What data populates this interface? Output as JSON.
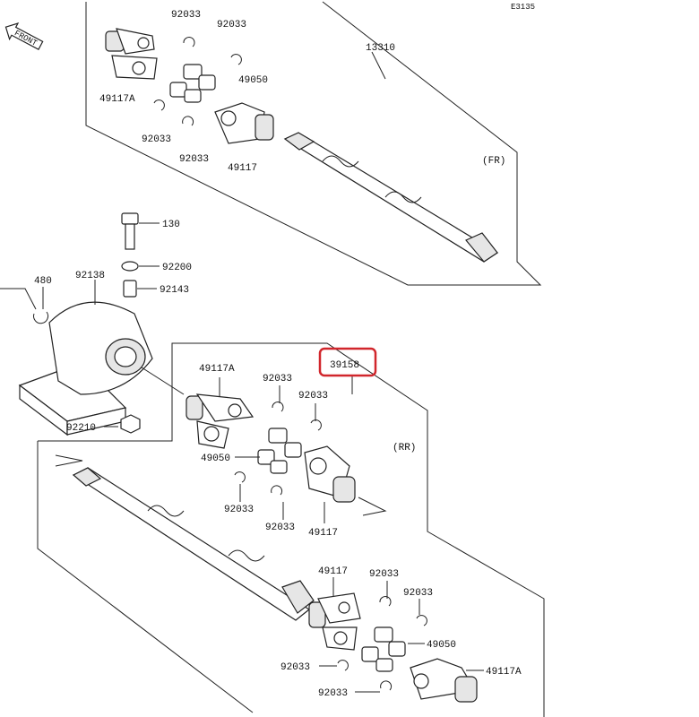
{
  "page": {
    "code": "E3135",
    "front_label": "FRONT"
  },
  "upper_assembly": {
    "part_number": "13310",
    "position_label": "(FR)",
    "labels": [
      "92033",
      "92033",
      "49117A",
      "49050",
      "92033",
      "92033",
      "49117"
    ]
  },
  "bearing_assembly": {
    "labels": [
      "130",
      "92200",
      "92143",
      "92138",
      "480",
      "92210"
    ]
  },
  "lower_assembly": {
    "part_number": "39158",
    "position_label": "(RR)",
    "labels": [
      "49117A",
      "92033",
      "92033",
      "49050",
      "92033",
      "92033",
      "49117",
      "49117",
      "92033",
      "92033",
      "49050",
      "92033",
      "92033",
      "49117A"
    ]
  },
  "highlight": {
    "part": "39158",
    "color": "#d1262c"
  }
}
